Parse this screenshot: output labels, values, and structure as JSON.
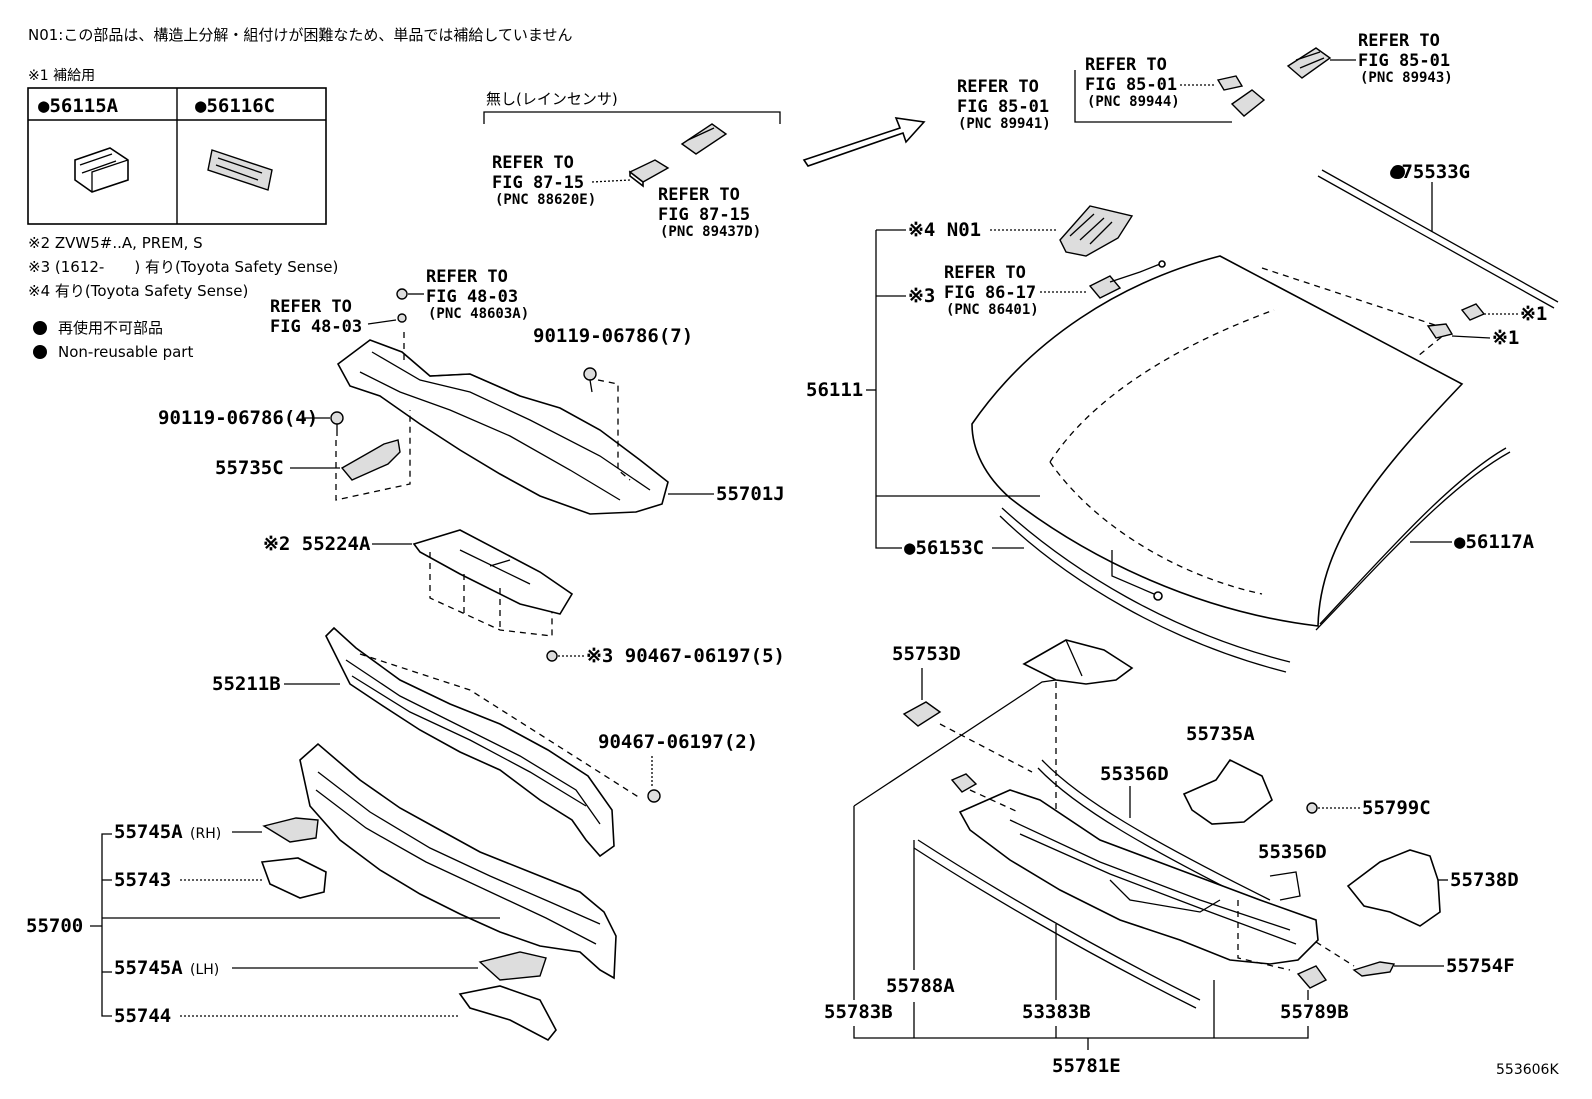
{
  "header_note": "N01:この部品は、構造上分解・組付けが困難なため、単品では補給していません",
  "legend": {
    "supply_label": "※1 補給用",
    "supply_parts": [
      "●56115A",
      "●56116C"
    ],
    "notes": [
      "※2 ZVW5#..A, PREM, S",
      "※3 (1612-　　) 有り(Toyota Safety Sense)",
      "※4 有り(Toyota Safety Sense)"
    ],
    "nonreusable_jp": "再使用不可部品",
    "nonreusable_en": "Non-reusable part"
  },
  "rain_sensor_label": "無し(レインセンサ)",
  "refs": {
    "r88620e": {
      "l1": "REFER TO",
      "l2": "FIG 87-15",
      "pnc": "(PNC 88620E)"
    },
    "r89437d": {
      "l1": "REFER TO",
      "l2": "FIG 87-15",
      "pnc": "(PNC 89437D)"
    },
    "r89941": {
      "l1": "REFER TO",
      "l2": "FIG 85-01",
      "pnc": "(PNC 89941)"
    },
    "r89944": {
      "l1": "REFER TO",
      "l2": "FIG 85-01",
      "pnc": "(PNC 89944)"
    },
    "r89943": {
      "l1": "REFER TO",
      "l2": "FIG 85-01",
      "pnc": "(PNC 89943)"
    },
    "r48603a": {
      "l1": "REFER TO",
      "l2": "FIG 48-03",
      "pnc": "(PNC 48603A)"
    },
    "r48_03b": {
      "l1": "REFER TO",
      "l2": "FIG 48-03"
    },
    "r86401": {
      "l1": "REFER TO",
      "l2": "FIG 86-17",
      "pnc": "(PNC 86401)"
    }
  },
  "parts": {
    "p75533g": "●75533G",
    "n01": "※4 N01",
    "mark3": "※3",
    "x1a": "※1",
    "x1b": "※1",
    "p56111": "56111",
    "p56153c": "●56153C",
    "p56117a": "●56117A",
    "p90119_7": "90119-06786(7)",
    "p90119_4": "90119-06786(4)",
    "p55735c": "55735C",
    "p55701j": "55701J",
    "p55224a": "※2 55224A",
    "p90467_5": "※3 90467-06197(5)",
    "p55211b": "55211B",
    "p90467_2": "90467-06197(2)",
    "p55745a_rh": "55745A",
    "rh": "(RH)",
    "p55743": "55743",
    "p55700": "55700",
    "p55745a_lh": "55745A",
    "lh": "(LH)",
    "p55744": "55744",
    "p55753d": "55753D",
    "p55735a": "55735A",
    "p55356d_a": "55356D",
    "p55799c": "55799C",
    "p55356d_b": "55356D",
    "p55738d": "55738D",
    "p55754f": "55754F",
    "p55788a": "55788A",
    "p55783b": "55783B",
    "p53383b": "53383B",
    "p55789b": "55789B",
    "p55781e": "55781E"
  },
  "figure_id": "553606K"
}
